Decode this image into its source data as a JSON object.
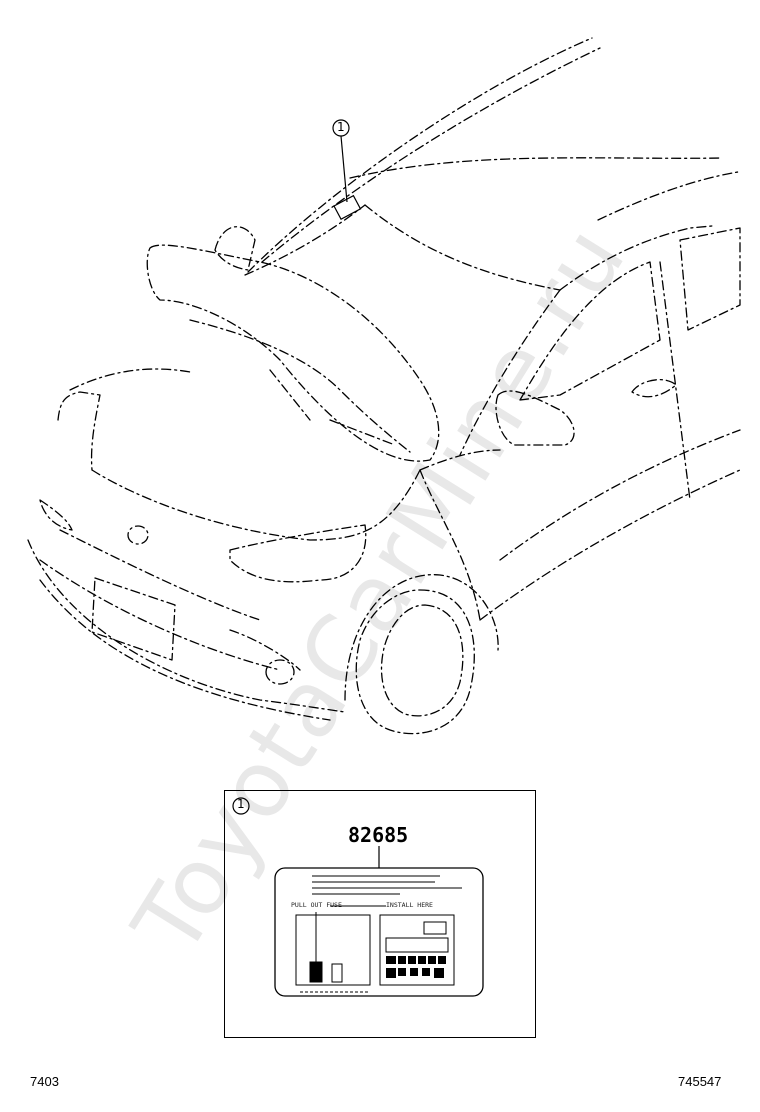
{
  "watermark": "ToyotaCarMine.ru",
  "callouts": {
    "top": "1",
    "inset": "1"
  },
  "inset": {
    "part_number": "82685",
    "label_left_text": "PULL OUT FUSE",
    "label_right_text": "INSTALL HERE"
  },
  "footer": {
    "left_code": "7403",
    "right_code": "745547"
  }
}
